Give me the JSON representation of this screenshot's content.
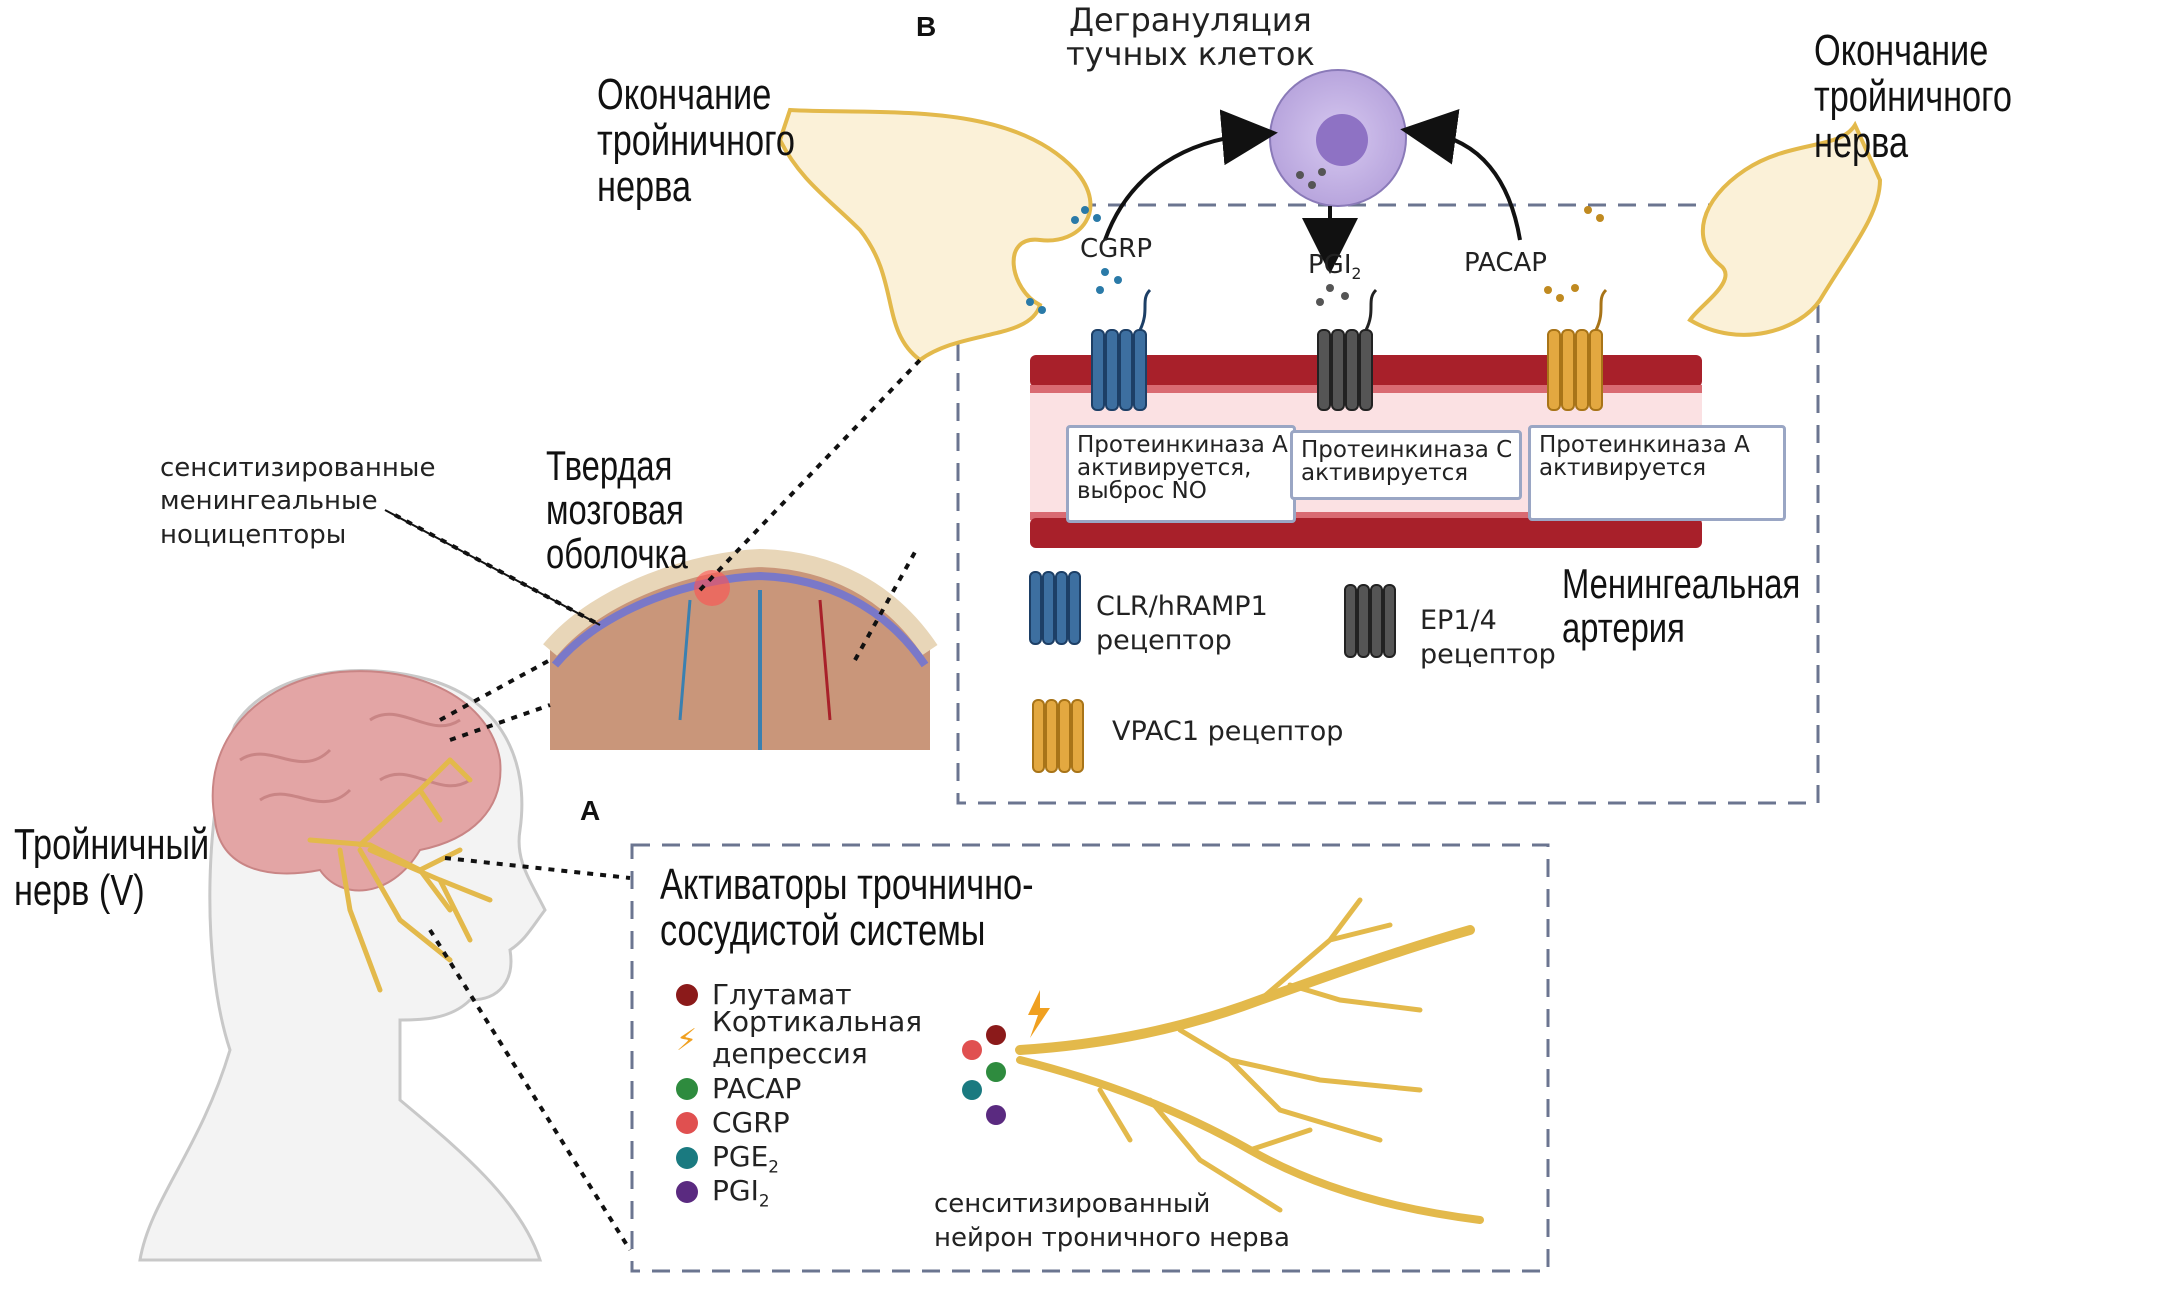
{
  "panel_b": {
    "letter": "B",
    "mast_cell": "Дегрануляция\nтучных клеток",
    "nerve_left": "Окончание\nтройничного\nнерва",
    "nerve_right": "Окончание\nтройничного\nнерва",
    "cgrp": "CGRP",
    "pgi2": "PGI",
    "pgi2_sub": "2",
    "pacap": "PACAP",
    "box1": "Протеинкиназа А\nактивируется,\nвыброс NO",
    "box2": "Протеинкиназа С\nактивируется",
    "box3": "Протеинкиназа А\nактивируется",
    "receptor1": "CLR/hRAMP1\nрецептор",
    "receptor2": "EP1/4\nрецептор",
    "receptor3": "VPAC1 рецептор",
    "artery": "Менингеальная\nартерия"
  },
  "middle": {
    "sens_label": "сенситизированные\nменингеальные\nноцицепторы",
    "dura": "Твердая\nмозговая\nоболочка"
  },
  "panel_a": {
    "letter": "A",
    "trigeminal": "Тройничный\nнерв (V)",
    "title": "Активаторы трочнично-\nсосудистой системы",
    "legend": [
      {
        "label": "Глутамат",
        "color": "#8b1a1a"
      },
      {
        "label": "Кортикальная\nдепрессия",
        "color": "#f0a020"
      },
      {
        "label": "PACAP",
        "color": "#2e8b3e"
      },
      {
        "label": "CGRP",
        "color": "#e05050"
      },
      {
        "label": "PGE",
        "sub": "2",
        "color": "#1a7a80"
      },
      {
        "label": "PGI",
        "sub": "2",
        "color": "#5a2a80"
      }
    ],
    "neuron_label": "сенситизированный\nнейрон троничного нерва"
  },
  "colors": {
    "nerve": "#e3b94b",
    "artery": "#a8202a",
    "receptor_blue": "#3d6fa0",
    "receptor_gray": "#555555",
    "receptor_gold": "#e3a840",
    "mast": "#b6a3dc",
    "dash_box": "#6b7590"
  }
}
